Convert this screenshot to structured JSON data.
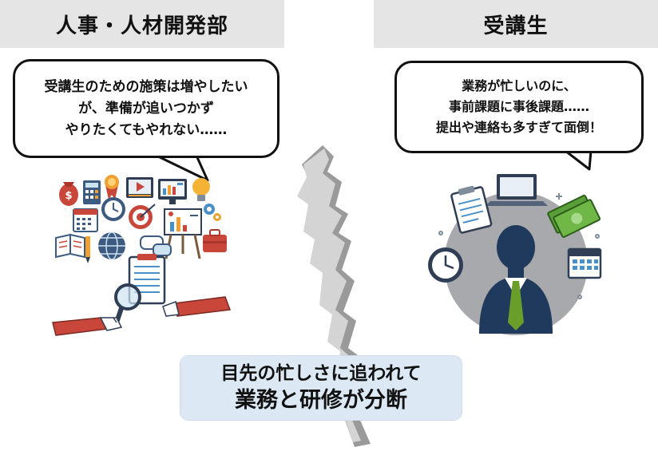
{
  "left": {
    "header": "人事・人材開発部",
    "bubble_lines": [
      "受講生のための施策は増やしたい",
      "が、準備が追いつかず",
      "やりたくてもやれない……"
    ]
  },
  "right": {
    "header": "受講生",
    "bubble_lines": [
      "業務が忙しいのに、",
      "事前課題に事後課題……",
      "提出や連絡も多すぎて面倒！"
    ]
  },
  "callout": {
    "line1": "目先の忙しさに追われて",
    "line2": "業務と研修が分断"
  },
  "colors": {
    "header_bg": "#e5e5e5",
    "callout_bg": "#dce9f5",
    "bubble_border": "#111111",
    "crack_shadow": "#888888"
  },
  "icons": {
    "left_cluster": [
      "money-bag-icon",
      "calculator-icon",
      "award-icon",
      "video-player-icon",
      "monitor-chart-icon",
      "lightbulb-icon",
      "calendar-icon",
      "clock-icon",
      "target-icon",
      "presentation-board-icon",
      "gears-icon",
      "book-icon",
      "pencil-icon",
      "globe-icon",
      "chat-bubbles-icon",
      "briefcase-icon",
      "clipboard-icon",
      "magnifier-icon",
      "hand-icon"
    ],
    "right_cluster": [
      "laptop-icon",
      "clipboard-icon",
      "cash-icon",
      "clock-icon",
      "calendar-icon",
      "businessman-icon"
    ]
  }
}
